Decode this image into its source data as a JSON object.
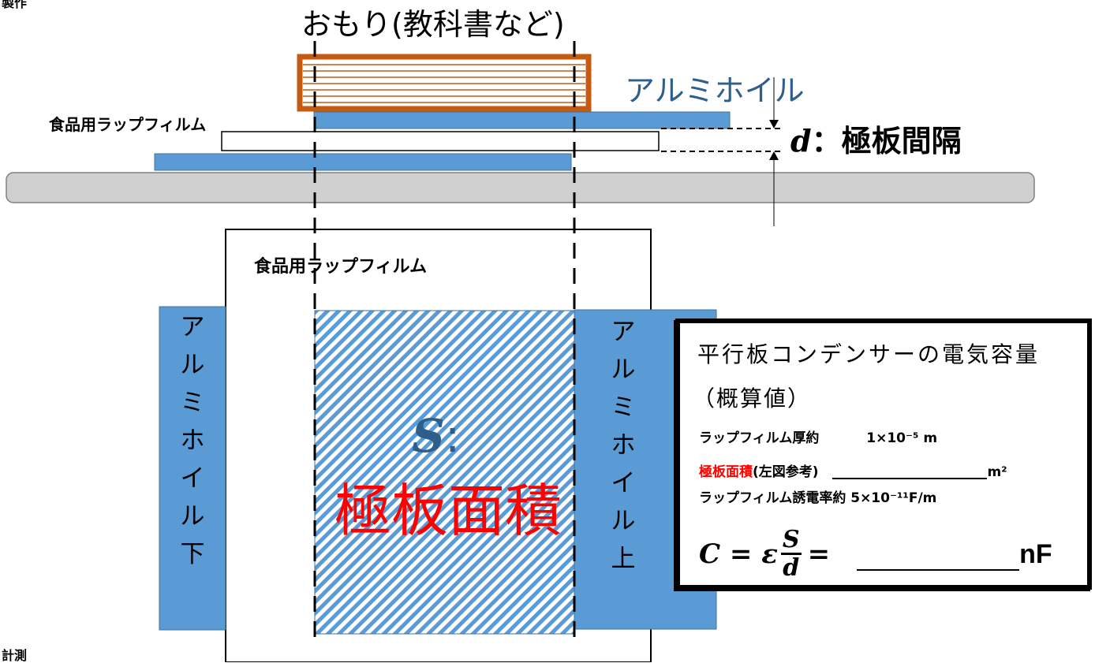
{
  "corner": {
    "top_label": "製作",
    "bottom_label": "計測"
  },
  "side_view": {
    "weight_label": "おもり(教科書など)",
    "foil_label": "アルミホイル",
    "wrap_label": "食品用ラップフィルム",
    "gap_symbol": "d",
    "gap_text": "：極板間隔"
  },
  "top_view": {
    "wrap_label": "食品用ラップフィルム",
    "area_symbol": "S",
    "area_colon": ":",
    "area_text": "極板面積",
    "foil_lower_chars": [
      "ア",
      "ル",
      "ミ",
      "ホ",
      "イ",
      "ル",
      "下"
    ],
    "foil_upper_chars": [
      "ア",
      "ル",
      "ミ",
      "ホ",
      "イ",
      "ル",
      "上"
    ]
  },
  "formula_box": {
    "title": "平行板コンデンサーの電気容量",
    "subtitle": "（概算値）",
    "thickness_label": "ラップフィルム厚約",
    "thickness_value": "1×10⁻⁵ m",
    "area_label_red": "極板面積",
    "area_label_rest": "(左図参考)",
    "area_unit": "m²",
    "permittivity_label": "ラップフィルム誘電率約 5×10⁻¹¹F/m",
    "formula_lhs": "C = ε",
    "formula_num": "S",
    "formula_den": "d",
    "formula_eq": "=",
    "formula_unit": "nF"
  },
  "colors": {
    "foil": "#5b9bd5",
    "weight_border": "#c55a11",
    "table": "#d0d0d0",
    "area_text": "#ff0000",
    "foil_text": "#2e5e8c"
  }
}
